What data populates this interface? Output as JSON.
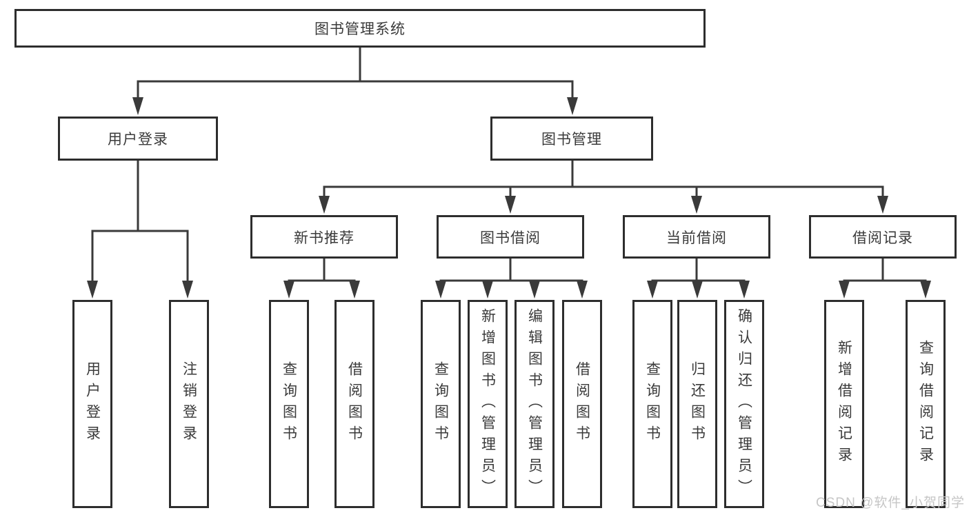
{
  "diagram": {
    "root": {
      "label": "图书管理系统"
    },
    "level2": [
      {
        "label": "用户登录"
      },
      {
        "label": "图书管理"
      }
    ],
    "level3": [
      {
        "label": "新书推荐"
      },
      {
        "label": "图书借阅"
      },
      {
        "label": "当前借阅"
      },
      {
        "label": "借阅记录"
      }
    ],
    "leaves": {
      "user_login": [
        {
          "label": "用户登录"
        },
        {
          "label": "注销登录"
        }
      ],
      "new_book_recommend": [
        {
          "label": "查询图书"
        },
        {
          "label": "借阅图书"
        }
      ],
      "book_borrow": [
        {
          "label": "查询图书"
        },
        {
          "label": "新增图书（管理员）"
        },
        {
          "label": "编辑图书（管理员）"
        },
        {
          "label": "借阅图书"
        }
      ],
      "current_borrow": [
        {
          "label": "查询图书"
        },
        {
          "label": "归还图书"
        },
        {
          "label": "确认归还（管理员）"
        }
      ],
      "borrow_records": [
        {
          "label": "新增借阅记录"
        },
        {
          "label": "查询借阅记录"
        }
      ]
    }
  },
  "watermark": {
    "text": "CSDN @软件_小贺同学"
  },
  "colors": {
    "line": "#3a3a3a",
    "box_border": "#2d2d2d",
    "text": "#3a3a3a",
    "watermark": "#c6c6c6",
    "background": "#ffffff"
  }
}
